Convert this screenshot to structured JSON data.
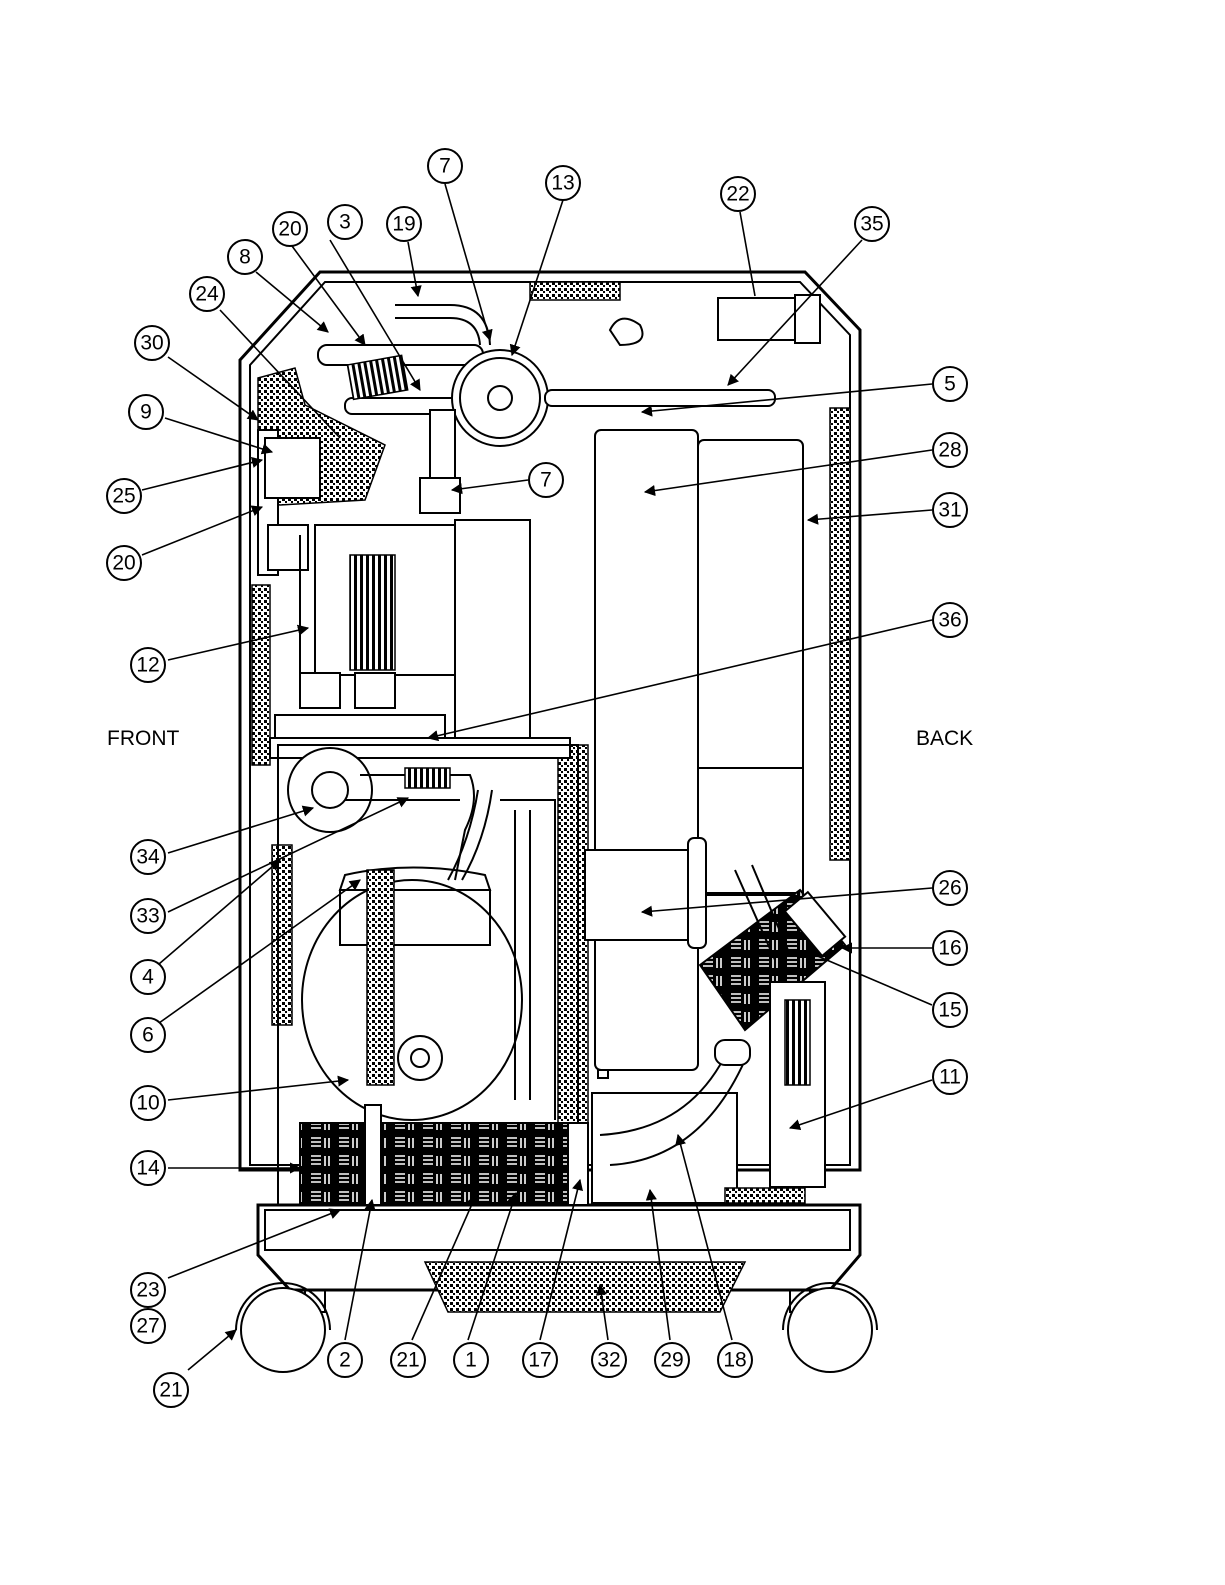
{
  "side_labels": {
    "front": "FRONT",
    "back": "BACK"
  },
  "callouts": [
    {
      "id": "c7a",
      "label": "7"
    },
    {
      "id": "c13",
      "label": "13"
    },
    {
      "id": "c22",
      "label": "22"
    },
    {
      "id": "c35",
      "label": "35"
    },
    {
      "id": "c19",
      "label": "19"
    },
    {
      "id": "c3",
      "label": "3"
    },
    {
      "id": "c20a",
      "label": "20"
    },
    {
      "id": "c8",
      "label": "8"
    },
    {
      "id": "c24",
      "label": "24"
    },
    {
      "id": "c30",
      "label": "30"
    },
    {
      "id": "c9",
      "label": "9"
    },
    {
      "id": "c25",
      "label": "25"
    },
    {
      "id": "c20b",
      "label": "20"
    },
    {
      "id": "c12",
      "label": "12"
    },
    {
      "id": "c5",
      "label": "5"
    },
    {
      "id": "c28",
      "label": "28"
    },
    {
      "id": "c7b",
      "label": "7"
    },
    {
      "id": "c31",
      "label": "31"
    },
    {
      "id": "c36",
      "label": "36"
    },
    {
      "id": "c34",
      "label": "34"
    },
    {
      "id": "c33",
      "label": "33"
    },
    {
      "id": "c4",
      "label": "4"
    },
    {
      "id": "c6",
      "label": "6"
    },
    {
      "id": "c10",
      "label": "10"
    },
    {
      "id": "c14",
      "label": "14"
    },
    {
      "id": "c26",
      "label": "26"
    },
    {
      "id": "c16",
      "label": "16"
    },
    {
      "id": "c15",
      "label": "15"
    },
    {
      "id": "c11",
      "label": "11"
    },
    {
      "id": "c23",
      "label": "23"
    },
    {
      "id": "c27",
      "label": "27"
    },
    {
      "id": "c21a",
      "label": "21"
    },
    {
      "id": "c2",
      "label": "2"
    },
    {
      "id": "c21b",
      "label": "21"
    },
    {
      "id": "c1",
      "label": "1"
    },
    {
      "id": "c17",
      "label": "17"
    },
    {
      "id": "c32",
      "label": "32"
    },
    {
      "id": "c29",
      "label": "29"
    },
    {
      "id": "c18",
      "label": "18"
    }
  ]
}
